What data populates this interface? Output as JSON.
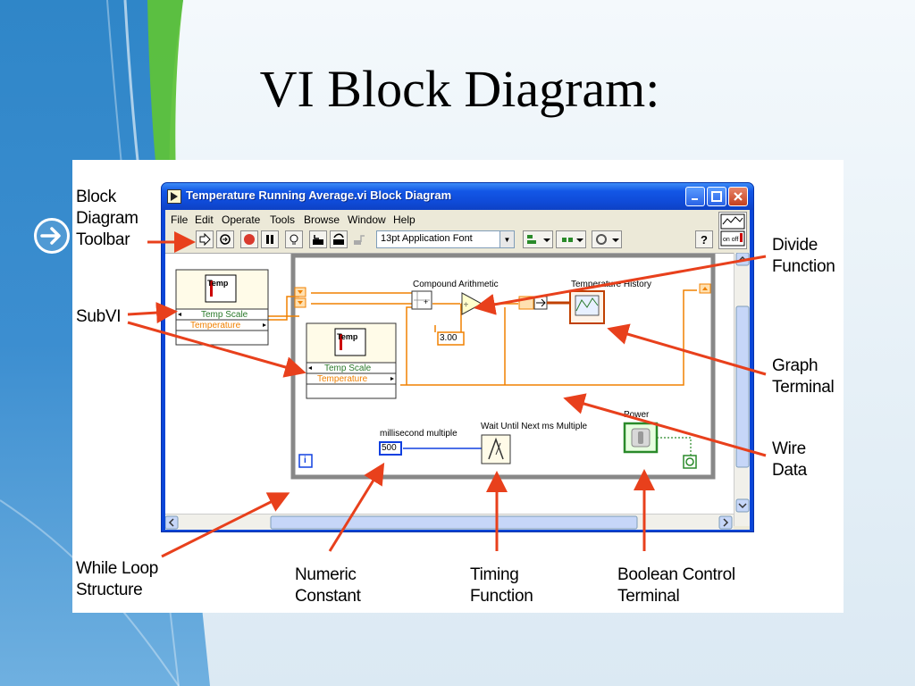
{
  "slide": {
    "title": "VI Block Diagram:"
  },
  "callouts": {
    "toolbar": [
      "Block",
      "Diagram",
      "Toolbar"
    ],
    "subvi": [
      "SubVI"
    ],
    "divide": [
      "Divide",
      "Function"
    ],
    "graph": [
      "Graph",
      "Terminal"
    ],
    "wire": [
      "Wire",
      "Data"
    ],
    "while_loop": [
      "While Loop",
      "Structure"
    ],
    "numeric": [
      "Numeric",
      "Constant"
    ],
    "timing": [
      "Timing",
      "Function"
    ],
    "boolean": [
      "Boolean Control",
      "Terminal"
    ]
  },
  "window": {
    "title": "Temperature Running Average.vi Block Diagram",
    "menu": [
      "File",
      "Edit",
      "Operate",
      "Tools",
      "Browse",
      "Window",
      "Help"
    ],
    "font_ring": "13pt Application Font"
  },
  "diagram": {
    "subvi_label": "Temp",
    "subvi1_terms": [
      "Temp Scale",
      "Temperature"
    ],
    "subvi2_terms": [
      "Temp Scale",
      "Temperature"
    ],
    "compound_label": "Compound Arithmetic",
    "constant_value": "3.00",
    "graph_label": "Temperature History",
    "numeric_label": "millisecond multiple",
    "numeric_value": "500",
    "wait_label": "Wait Until Next ms Multiple",
    "power_label": "Power",
    "iteration_label": "i"
  },
  "colors": {
    "arrow": "#e8401c",
    "wire_orange": "#f08000",
    "wire_blue": "#1040e0",
    "title_bar": "#0f4bd8"
  }
}
